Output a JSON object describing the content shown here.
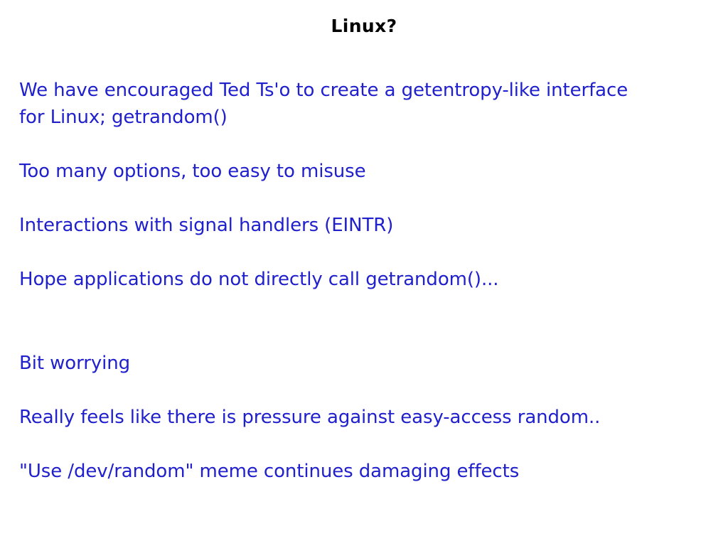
{
  "slide": {
    "title": "Linux?",
    "background_color": "#ffffff",
    "title_color": "#000000",
    "body_color": "#2020cc"
  },
  "body": {
    "lines": [
      {
        "text": "We have encouraged Ted Ts'o to create a getentropy-like interface",
        "gap": "none"
      },
      {
        "text": "for Linux; getrandom()",
        "gap": "none"
      },
      {
        "text": "Too many options, too easy to misuse",
        "gap": "small"
      },
      {
        "text": "Interactions with signal handlers (EINTR)",
        "gap": "small"
      },
      {
        "text": "Hope applications do not directly call getrandom()...",
        "gap": "small"
      },
      {
        "text": "Bit worrying",
        "gap": "large"
      },
      {
        "text": "Really feels like there is pressure against easy-access random..",
        "gap": "small"
      },
      {
        "text": "\"Use /dev/random\" meme continues damaging effects",
        "gap": "small"
      }
    ]
  }
}
